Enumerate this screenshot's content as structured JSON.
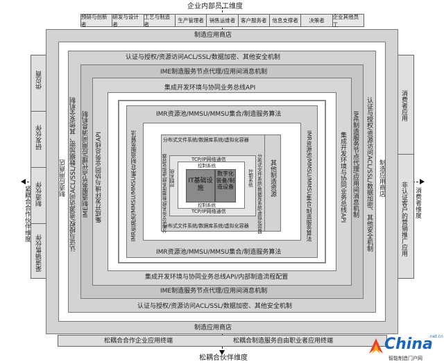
{
  "axes": {
    "top": "企业内部员工维度",
    "bottom": "松耦合伙伴维度",
    "left": "紧耦合合作伙伴维度",
    "right": "消费者维度"
  },
  "roles": [
    "预研与创新者",
    "研发与设计者",
    "工艺与制造者",
    "生产管理者",
    "销售运维者",
    "客户服务者",
    "信息支撑者",
    "决策者",
    "企业其他员工"
  ],
  "side_left": [
    "供应商",
    "研发伙伴",
    "制造伙伴",
    "渠道销售伙伴"
  ],
  "side_right": [
    "消费者应用",
    "非认证客户的营销推广应用"
  ],
  "bottom_bar": {
    "left": "松耦合合作企业应用终端",
    "right": "松耦合制造服务自由职业者应用终端"
  },
  "rings": {
    "store": "制造应用商店",
    "auth": "认证与授权/资源访问ACL/SSL/数据加密、其他安全机制",
    "ime": "IME制造服务节点代理/应用间消息机制",
    "integ_top": "集成开发环境与协同业务总线API",
    "integ_bottom": "集成开发环境与协同业务总线API/内部制造流程配置",
    "imr": "IMR资源池/MMSU/MMSU集合/制造服务算法",
    "dfs": "分布式文件系统/数据库系统/虚拟化容器",
    "tcp": "TCP/IP网络通信",
    "ctrl": "控制系统",
    "core": "IT基础设施",
    "digital": "数字化装备/制造设备",
    "other": "其他制造资源"
  },
  "watermark": {
    "brand": "China",
    "suffix": ".net.cn",
    "tagline": "智能制造门户网"
  }
}
